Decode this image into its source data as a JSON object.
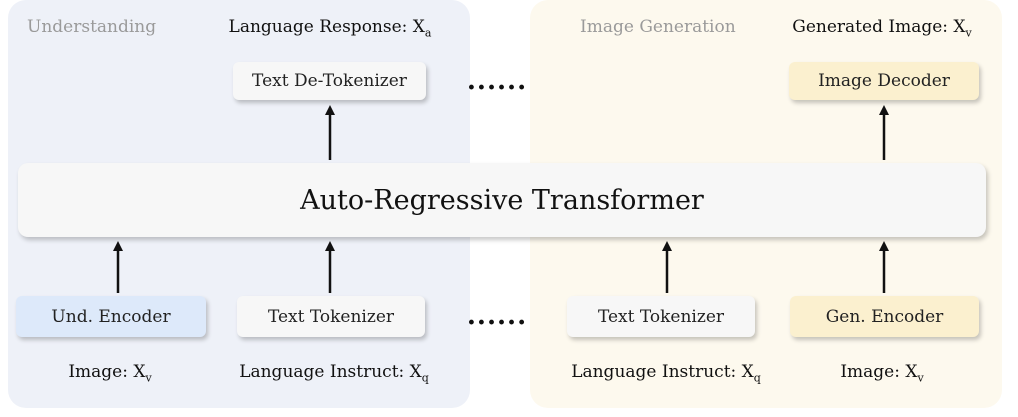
{
  "panels": {
    "understanding": {
      "title": "Understanding",
      "color": "#eef1f8"
    },
    "generation": {
      "title": "Image Generation",
      "color": "#fdf9ee"
    }
  },
  "captions": {
    "language_response": {
      "text": "Language Response: X",
      "sub": "a"
    },
    "generated_image": {
      "text": "Generated Image: X",
      "sub": "v"
    },
    "image_und": {
      "text": "Image: X",
      "sub": "v"
    },
    "language_instruct_und": {
      "text": "Language Instruct: X",
      "sub": "q"
    },
    "language_instruct_gen": {
      "text": "Language Instruct: X",
      "sub": "q"
    },
    "image_gen": {
      "text": "Image: X",
      "sub": "v"
    }
  },
  "boxes": {
    "text_detokenizer": "Text De-Tokenizer",
    "image_decoder": "Image Decoder",
    "transformer": "Auto-Regressive Transformer",
    "und_encoder": "Und. Encoder",
    "text_tokenizer_und": "Text Tokenizer",
    "text_tokenizer_gen": "Text Tokenizer",
    "gen_encoder": "Gen. Encoder"
  },
  "ellipsis": {
    "top": "......",
    "bottom": "......"
  },
  "colors": {
    "und_encoder": "#dde9fa",
    "gen_boxes": "#fbf0cf",
    "neutral_box": "#f7f7f7"
  }
}
